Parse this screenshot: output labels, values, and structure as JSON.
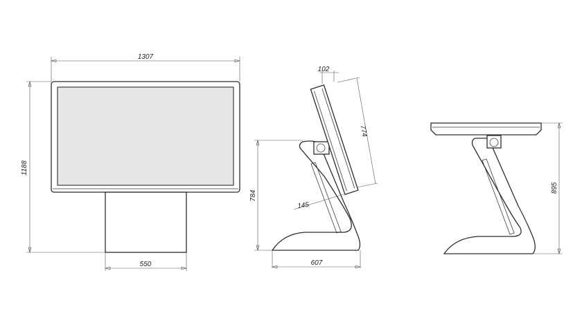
{
  "views": {
    "front": {
      "width_label": "1307",
      "height_label": "1188",
      "base_label": "550"
    },
    "side": {
      "depth_label": "102",
      "screen_label": "774",
      "height_label": "784",
      "arm_label": "145",
      "base_label": "607"
    },
    "flat": {
      "height_label": "895"
    }
  }
}
